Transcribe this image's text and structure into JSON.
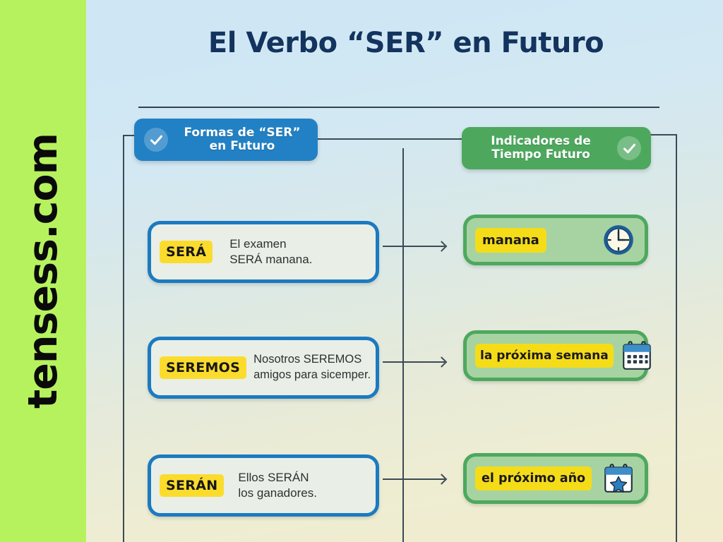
{
  "brand": {
    "watermark": "tensess.com"
  },
  "header": {
    "title": "El Verbo “SER” en Futuro"
  },
  "columns": {
    "left": {
      "title": "Formas de “SER”\nen Futuro",
      "check_icon": "check-icon",
      "accent_color": "#2281c4"
    },
    "right": {
      "title": "Indicadores de\nTiempo Futuro",
      "check_icon": "check-icon",
      "accent_color": "#4da85e"
    }
  },
  "verb_cards": [
    {
      "form": "SERÁ",
      "sentence": "El examen\nSERÁ manana."
    },
    {
      "form": "SEREMOS",
      "sentence": "Nosotros SEREMOS\namigos para sicemper."
    },
    {
      "form": "SERÁN",
      "sentence": "Ellos SERÁN\nlos ganadores."
    }
  ],
  "indicator_cards": [
    {
      "label": "manana",
      "icon": "clock-icon"
    },
    {
      "label": "la próxima semana",
      "icon": "calendar-icon"
    },
    {
      "label": "el próximo año",
      "icon": "calendar-star-icon"
    }
  ],
  "colors": {
    "brand_band": "#b6f25e",
    "title_text": "#13345e",
    "blue_border": "#1c7ac0",
    "green_border": "#4da85e",
    "highlight_yellow": "#fbdc2c",
    "indicator_yellow": "#f5dc19",
    "indicator_fill": "#a7d3a2",
    "connector_line": "#3b4a56"
  }
}
